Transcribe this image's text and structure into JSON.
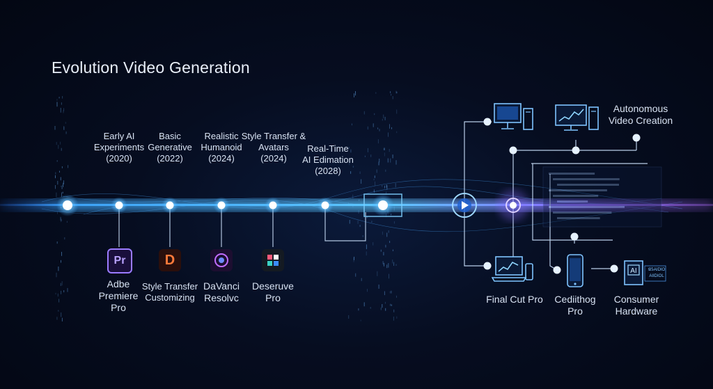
{
  "title": "Evolution Video Generation",
  "milestones": [
    {
      "label": "Early AI\nExperiments\n(2020)"
    },
    {
      "label": "Basic\nGenerative\n(2022)"
    },
    {
      "label": "Realistic\nHumanoid\n(2024)"
    },
    {
      "label": "Style Transfer &\nAvatars\n(2024)"
    },
    {
      "label": "Real-Time\nAI Edimation\n(2028)"
    }
  ],
  "tools": [
    {
      "label": "Adbe\nPremiere\nPro",
      "icon_text": "Pr",
      "icon": "premiere-pro-icon",
      "color": "#9b7bff"
    },
    {
      "label": "Style Transfer\nCustomizing",
      "icon_text": "D",
      "icon": "style-transfer-app-icon",
      "color": "#ff6a3a"
    },
    {
      "label": "DaVanci\nResolvc",
      "icon_text": "",
      "icon": "davinci-resolve-icon",
      "color": "#c06cff"
    },
    {
      "label": "Deseruve\nPro",
      "icon_text": "",
      "icon": "deseruve-pro-icon",
      "color": "#3ad1c4"
    }
  ],
  "outputs": {
    "top": {
      "label": "Autonomous\nVideo Creation",
      "icon": "desktop-computer-icon"
    },
    "bottom": [
      {
        "label": "Final Cut Pro",
        "icon": "laptop-chart-icon"
      },
      {
        "label": "Cediithog\nPro",
        "icon": "smartphone-icon"
      },
      {
        "label": "Consumer\nHardware",
        "icon": "ai-chip-icon",
        "chip_text": "AI",
        "chip_caption": "ꓭ𝟧AIDIO\nAIIDIOL"
      }
    ]
  },
  "colors": {
    "accent": "#3fa9ff",
    "glow": "#8a6cff",
    "text": "#d8e2f2"
  }
}
